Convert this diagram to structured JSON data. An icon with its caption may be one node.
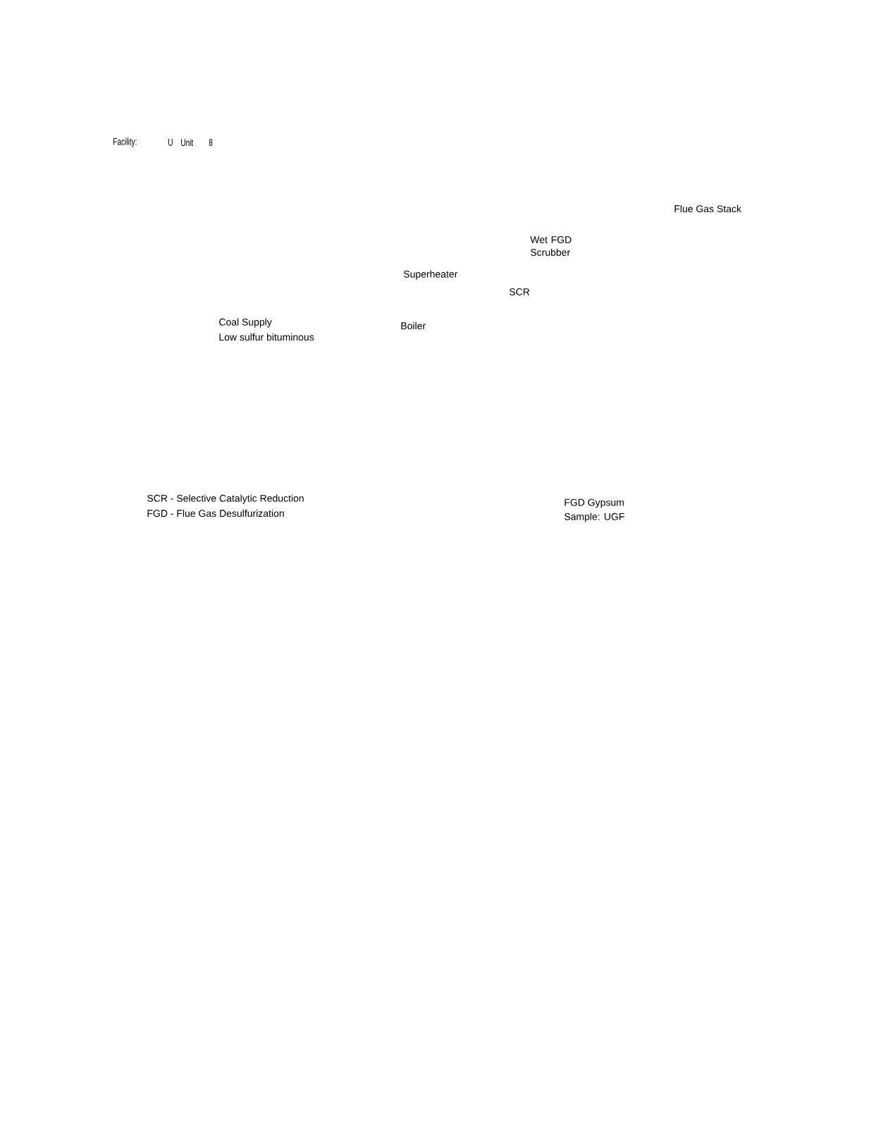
{
  "diagram": {
    "labels": [
      "Facility:",
      "U",
      "Unit",
      "8",
      "Flue Gas Stack",
      "Wet FGD Scrubber",
      "Superheater",
      "SCR",
      "Coal Supply",
      "Low sulfur bituminous",
      "Boiler",
      "SCR - Selective Catalytic Reduction",
      "FGD - Flue Gas Desulfurization",
      "FGD Gypsum",
      "Sample: UGF"
    ]
  }
}
